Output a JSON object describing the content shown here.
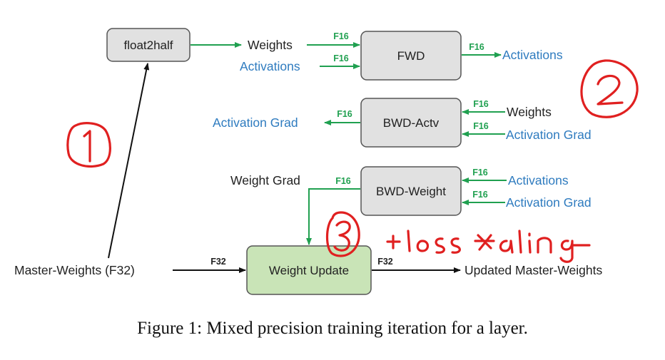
{
  "colors": {
    "box_gray": "#e1e1e1",
    "box_green": "#c9e4b7",
    "arrow_green": "#20a050",
    "label_blue": "#2e7bbf",
    "annotation_red": "#e02020"
  },
  "boxes": {
    "float2half": "float2half",
    "fwd": "FWD",
    "bwd_actv": "BWD-Actv",
    "bwd_weight": "BWD-Weight",
    "weight_update": "Weight Update"
  },
  "labels": {
    "weights_in_fwd": "Weights",
    "activations_in_fwd": "Activations",
    "activations_out_fwd": "Activations",
    "activation_grad_out": "Activation Grad",
    "weights_in_bwd_actv": "Weights",
    "activation_grad_in_bwd_actv": "Activation Grad",
    "weight_grad": "Weight Grad",
    "activations_in_bwd_weight": "Activations",
    "activation_grad_in_bwd_weight": "Activation Grad",
    "master_weights": "Master-Weights (F32)",
    "updated_master_weights": "Updated Master-Weights"
  },
  "precision_tags": {
    "f16": "F16",
    "f32": "F32"
  },
  "annotations": {
    "num1": "1",
    "num2": "2",
    "num3": "3",
    "loss_scaling": "+loss scaling"
  },
  "caption": "Figure 1: Mixed precision training iteration for a layer."
}
